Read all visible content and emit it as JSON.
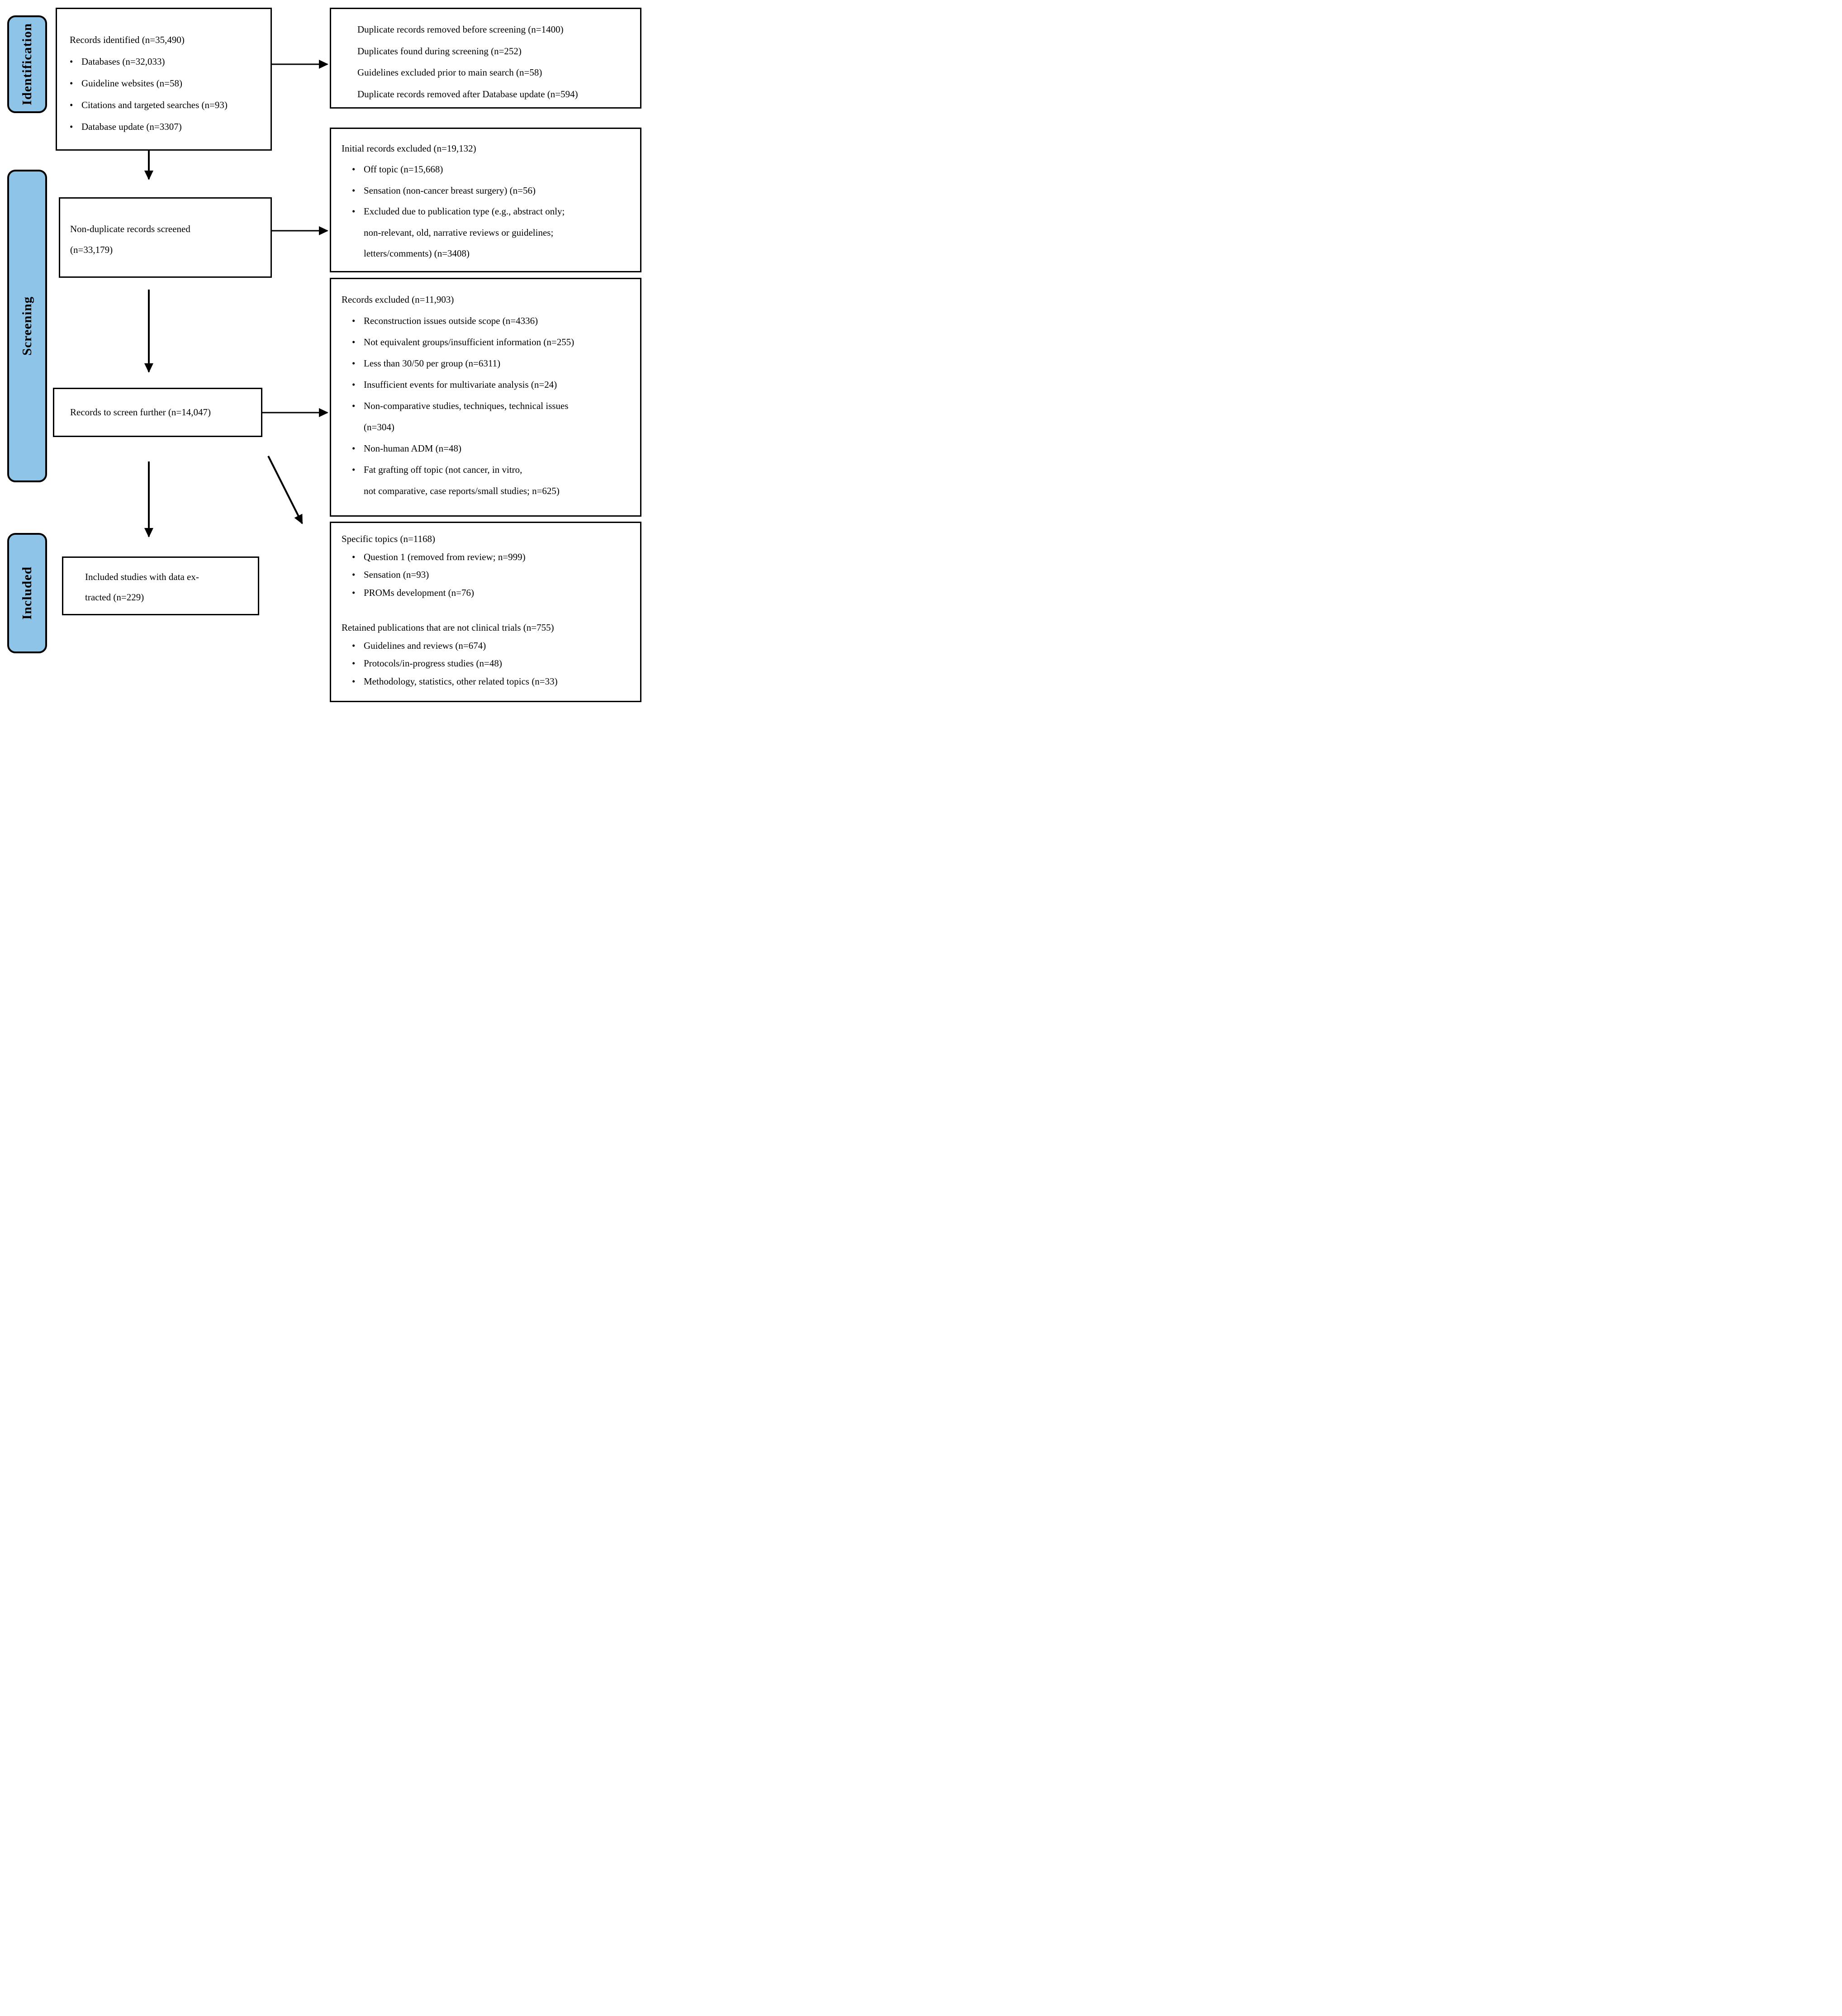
{
  "diagram": {
    "bullet_char": "•",
    "colors": {
      "stage_fill": "#8FC4E9",
      "line": "#000000"
    },
    "stages": [
      "Identification",
      "Screening",
      "Included"
    ],
    "flow": {
      "records_identified": {
        "title": "Records identified (n=35,490)",
        "bullets": [
          "Databases (n=32,033)",
          "Guideline websites (n=58)",
          "Citations and targeted searches (n=93)",
          "Database update (n=3307)"
        ]
      },
      "non_duplicate": {
        "line1": "Non-duplicate records screened",
        "line2": "(n=33,179)"
      },
      "screen_further": {
        "title": "Records to screen further (n=14,047)"
      },
      "included": {
        "line1": "Included studies with data ex-",
        "line2": "tracted (n=229)"
      }
    },
    "excl": {
      "duplicates": {
        "lines": [
          "Duplicate records removed before screening (n=1400)",
          "Duplicates found during screening (n=252)",
          "Guidelines excluded prior to main search (n=58)",
          "Duplicate records removed after Database update (n=594)"
        ]
      },
      "initial": {
        "title": "Initial records excluded (n=19,132)",
        "bullets": [
          [
            "Off topic (n=15,668)"
          ],
          [
            "Sensation (non-cancer breast surgery) (n=56)"
          ],
          [
            "Excluded due to publication type (e.g., abstract only;",
            "non-relevant, old, narrative reviews or guidelines;",
            "letters/comments) (n=3408)"
          ]
        ]
      },
      "records": {
        "title": "Records excluded (n=11,903)",
        "bullets": [
          [
            "Reconstruction issues outside scope (n=4336)"
          ],
          [
            "Not equivalent groups/insufficient information (n=255)"
          ],
          [
            "Less than 30/50 per group (n=6311)"
          ],
          [
            "Insufficient events for multivariate analysis (n=24)"
          ],
          [
            "Non-comparative studies, techniques, technical issues",
            "(n=304)"
          ],
          [
            "Non-human ADM (n=48)"
          ],
          [
            "Fat grafting off topic (not cancer, in vitro,",
            "not comparative, case reports/small studies; n=625)"
          ]
        ]
      },
      "topics": {
        "title": "Specific topics (n=1168)",
        "bullets": [
          [
            "Question 1 (removed from review; n=999)"
          ],
          [
            "Sensation (n=93)"
          ],
          [
            "PROMs development (n=76)"
          ]
        ],
        "subtitle": "Retained publications that are not clinical trials (n=755)",
        "bullets2": [
          [
            "Guidelines and reviews (n=674)"
          ],
          [
            "Protocols/in-progress studies (n=48)"
          ],
          [
            "Methodology, statistics, other related topics (n=33)"
          ]
        ]
      }
    }
  }
}
